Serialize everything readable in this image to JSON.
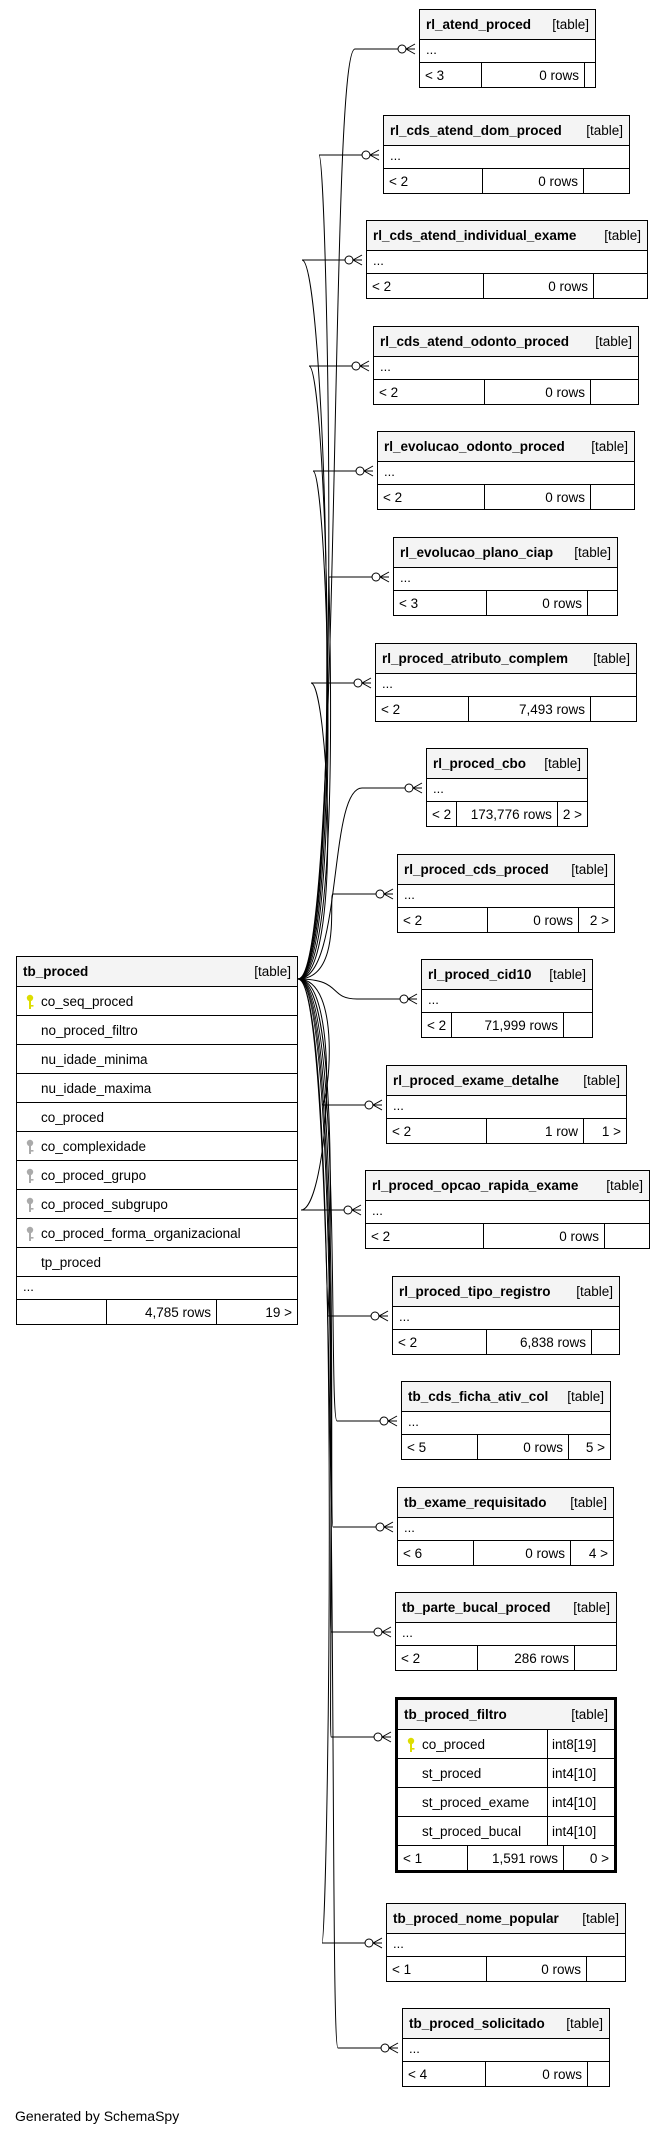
{
  "footer": "Generated by SchemaSpy",
  "type_label": "[table]",
  "ellipsis": "...",
  "colors": {
    "primary_key": "#dddd00",
    "foreign_key": "#aaaaaa",
    "header_bg": "#f4f4f4",
    "line": "#000000"
  },
  "main_table": {
    "name": "tb_proced",
    "columns": [
      {
        "name": "co_seq_proced",
        "key": "primary-key-icon"
      },
      {
        "name": "no_proced_filtro",
        "key": ""
      },
      {
        "name": "nu_idade_minima",
        "key": ""
      },
      {
        "name": "nu_idade_maxima",
        "key": ""
      },
      {
        "name": "co_proced",
        "key": ""
      },
      {
        "name": "co_complexidade",
        "key": "foreign-key-icon"
      },
      {
        "name": "co_proced_grupo",
        "key": "foreign-key-icon"
      },
      {
        "name": "co_proced_subgrupo",
        "key": "foreign-key-icon"
      },
      {
        "name": "co_proced_forma_organizacional",
        "key": "foreign-key-icon"
      },
      {
        "name": "tp_proced",
        "key": ""
      }
    ],
    "rows": "4,785 rows",
    "children": "19 >"
  },
  "tables": [
    {
      "name": "rl_atend_proced",
      "parents": "< 3",
      "rows": "0 rows",
      "children": ""
    },
    {
      "name": "rl_cds_atend_dom_proced",
      "parents": "< 2",
      "rows": "0 rows",
      "children": ""
    },
    {
      "name": "rl_cds_atend_individual_exame",
      "parents": "< 2",
      "rows": "0 rows",
      "children": ""
    },
    {
      "name": "rl_cds_atend_odonto_proced",
      "parents": "< 2",
      "rows": "0 rows",
      "children": ""
    },
    {
      "name": "rl_evolucao_odonto_proced",
      "parents": "< 2",
      "rows": "0 rows",
      "children": ""
    },
    {
      "name": "rl_evolucao_plano_ciap",
      "parents": "< 3",
      "rows": "0 rows",
      "children": ""
    },
    {
      "name": "rl_proced_atributo_complem",
      "parents": "< 2",
      "rows": "7,493 rows",
      "children": ""
    },
    {
      "name": "rl_proced_cbo",
      "parents": "< 2",
      "rows": "173,776 rows",
      "children": "2 >"
    },
    {
      "name": "rl_proced_cds_proced",
      "parents": "< 2",
      "rows": "0 rows",
      "children": "2 >"
    },
    {
      "name": "rl_proced_cid10",
      "parents": "< 2",
      "rows": "71,999 rows",
      "children": ""
    },
    {
      "name": "rl_proced_exame_detalhe",
      "parents": "< 2",
      "rows": "1 row",
      "children": "1 >"
    },
    {
      "name": "rl_proced_opcao_rapida_exame",
      "parents": "< 2",
      "rows": "0 rows",
      "children": ""
    },
    {
      "name": "rl_proced_tipo_registro",
      "parents": "< 2",
      "rows": "6,838 rows",
      "children": ""
    },
    {
      "name": "tb_cds_ficha_ativ_col",
      "parents": "< 5",
      "rows": "0 rows",
      "children": "5 >"
    },
    {
      "name": "tb_exame_requisitado",
      "parents": "< 6",
      "rows": "0 rows",
      "children": "4 >"
    },
    {
      "name": "tb_parte_bucal_proced",
      "parents": "< 2",
      "rows": "286 rows",
      "children": ""
    },
    {
      "name": "tb_proced_filtro",
      "parents": "< 1",
      "rows": "1,591 rows",
      "children": "0 >",
      "columns": [
        {
          "name": "co_proced",
          "type": "int8[19]",
          "key": "primary-key-icon"
        },
        {
          "name": "st_proced",
          "type": "int4[10]",
          "key": ""
        },
        {
          "name": "st_proced_exame",
          "type": "int4[10]",
          "key": ""
        },
        {
          "name": "st_proced_bucal",
          "type": "int4[10]",
          "key": ""
        }
      ]
    },
    {
      "name": "tb_proced_nome_popular",
      "parents": "< 1",
      "rows": "0 rows",
      "children": ""
    },
    {
      "name": "tb_proced_solicitado",
      "parents": "< 4",
      "rows": "0 rows",
      "children": ""
    }
  ]
}
